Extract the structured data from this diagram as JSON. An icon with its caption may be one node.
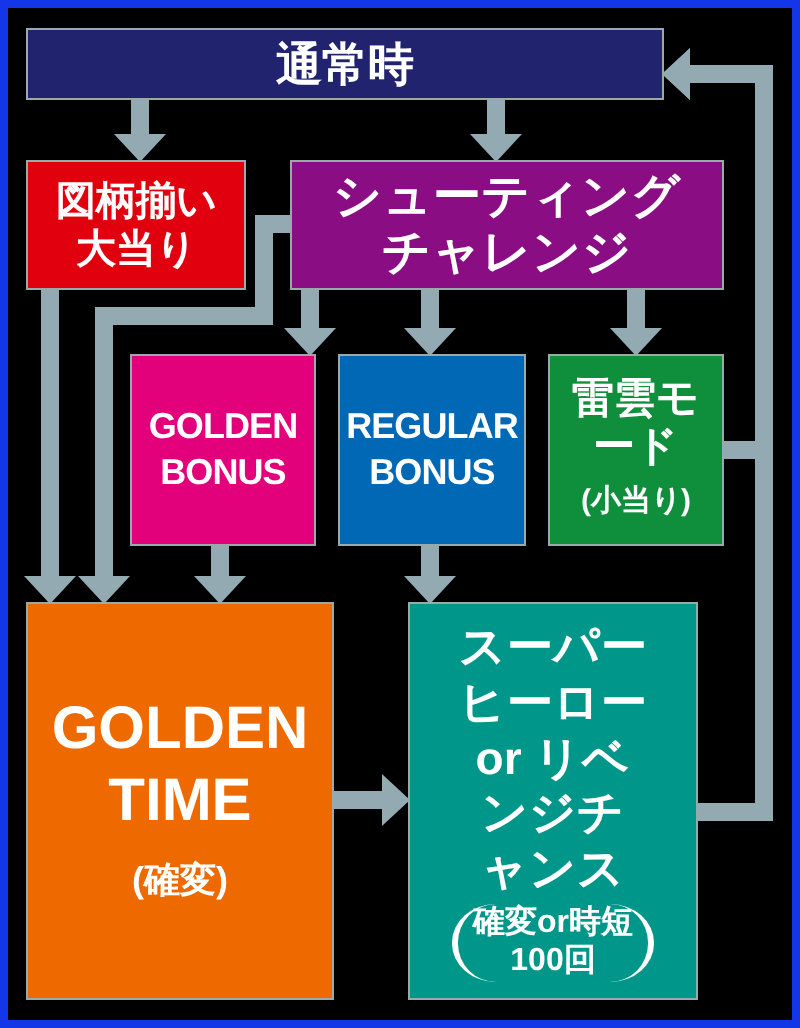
{
  "diagram": {
    "nodes": [
      {
        "text": [
          "通常時"
        ]
      },
      {
        "text": [
          "図柄揃い大当り"
        ]
      },
      {
        "text": [
          "シューティングチャレンジ"
        ]
      },
      {
        "text": [
          "GOLDEN BONUS"
        ]
      },
      {
        "text": [
          "REGULAR BONUS"
        ]
      },
      {
        "text": [
          "雷雲モード",
          "(小当り)"
        ]
      },
      {
        "text": [
          "GOLDEN TIME",
          "(確変)"
        ]
      },
      {
        "text": [
          "スーパーヒーロー or リベンジチャンス",
          "確変or時短100回"
        ]
      }
    ],
    "edges": [
      {
        "from": 0,
        "to": 1,
        "arrow": "to"
      },
      {
        "from": 0,
        "to": 2,
        "arrow": "to"
      },
      {
        "from": 2,
        "to": 3,
        "arrow": "to"
      },
      {
        "from": 2,
        "to": 4,
        "arrow": "to"
      },
      {
        "from": 2,
        "to": 5,
        "arrow": "to"
      },
      {
        "from": 1,
        "to": 6,
        "arrow": "to"
      },
      {
        "from": 2,
        "to": 6,
        "arrow": "to"
      },
      {
        "from": 3,
        "to": 6,
        "arrow": "to"
      },
      {
        "from": 4,
        "to": 7,
        "arrow": "to"
      },
      {
        "from": 6,
        "to": 7,
        "arrow": "to"
      },
      {
        "from": 5,
        "to": 0,
        "arrow": "to"
      },
      {
        "from": 7,
        "to": 0,
        "arrow": "to"
      }
    ]
  }
}
